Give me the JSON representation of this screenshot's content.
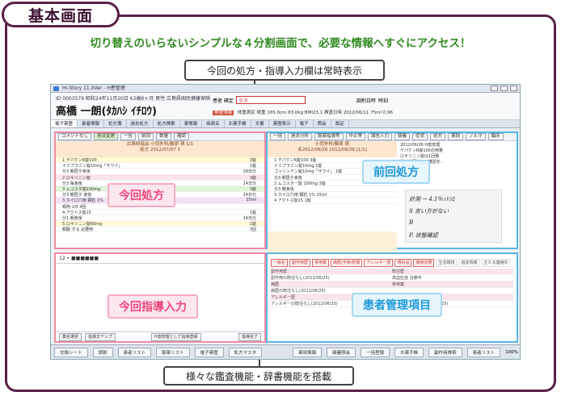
{
  "header": {
    "title": "基本画面",
    "tagline": "切り替えのいらないシンプルな４分割画面で、必要な情報へすぐにアクセス！"
  },
  "callouts": {
    "top": "今回の処方・指導入力欄は常時表示",
    "bottom": "様々な鑑査機能・辞書機能を搭載"
  },
  "screen": {
    "app_title": "Hi-Story 11.0Ver - H患管理",
    "patient_id": "ID 0003579 昭和24年11月20日 63歳8ヶ月 男性 広島県国民健康保険",
    "patient_name": "高橋 一朗(ﾀｶﾊｼ ｲﾁﾛｳ)",
    "header_fields": [
      "患者 確定",
      "タカ",
      "調剤日時",
      "時刻"
    ],
    "patient_info_tag": "検査情報",
    "patient_info": "体重測定 体重 165.0cm 63.0kg BMI23.1 検査日時 2012/06/11 75ml 0.96",
    "tabs": [
      "電子薬歴",
      "患者情報",
      "処方箋",
      "過去処方",
      "処方検索",
      "薬情報",
      "疾病名",
      "お薬手帳",
      "文書",
      "薬歴表示",
      "電子",
      "照会",
      "設定"
    ],
    "panes": {
      "current_rx": {
        "label": "今回処方",
        "toolbar": [
          "コメントなし",
          "用法変更",
          "一包",
          "前回",
          "数量",
          "確認"
        ],
        "head_lines": [
          "広島県協会    小児外科/藤原 嶺   1/1",
          "処方 2012/07/07 3"
        ],
        "rows": [
          {
            "text": "1 デパケンR錠100",
            "qty": "3錠",
            "style": "yellow"
          },
          {
            "text": "  イミプラミン錠10mg「サワイ」",
            "qty": "1錠",
            "style": ""
          },
          {
            "text": "  分3 朝昼夕食後",
            "qty": "28日分",
            "style": ""
          },
          {
            "text": "2 ロキソニン錠",
            "qty": "3錠",
            "style": "pink"
          },
          {
            "text": "  分3 毎食後",
            "qty": "14日分",
            "style": ""
          },
          {
            "text": "3 ムコスタ錠100mg",
            "qty": "3錠",
            "style": "green"
          },
          {
            "text": "  分3 朝昼夕 食後",
            "qty": "14日分",
            "style": ""
          },
          {
            "text": "3 カイロ穴用 顆粒 1%",
            "qty": "15ml",
            "style": "purple"
          },
          {
            "text": "  頓用 1日 4回",
            "qty": "",
            "style": ""
          },
          {
            "text": "4 アクトス錠15",
            "qty": "1錠",
            "style": ""
          },
          {
            "text": "  分1 朝食後",
            "qty": "14日分",
            "style": ""
          },
          {
            "text": "5 ロキソニン錠60mg",
            "qty": "1錠",
            "style": "yellow"
          },
          {
            "text": "  頓服 する 必要時",
            "qty": "3回",
            "style": ""
          }
        ]
      },
      "previous_rx": {
        "label": "前回処方",
        "tabs": [
          "一括",
          "過去分析",
          "服薬指導等",
          "中止等",
          "報告入力",
          "疑義",
          "症状",
          "処方",
          "薬剤",
          "ノルマ",
          "臨床"
        ],
        "head_lines": [
          "小児外科/藤原 嶺",
          "名2012/06/26 2012/06/26 [1/1]"
        ],
        "rows": [
          "1 デパケンR錠100   3錠",
          "  イミプラミン錠10mg   1錠",
          "  ゴッソンテン錠10mg「サワイ」   1錠",
          "  分3 朝昼夕食後",
          "2 ムコスター錠 100mg   3錠",
          "  分3 朝食後",
          "3 カイロ穴用 顆粒 1%   15ml",
          "4 アクトス錠15   1錠"
        ],
        "notes": [
          "2012/06/26 H患管理",
          "デパケンR錠100の用量",
          "ロキソニン錠は1回量",
          "処方変更有無の確認を..."
        ],
        "handwriting": [
          "計測 → 4.1%ｯﾄｼﾛ",
          "S 言い方がない",
          "B",
          "P. 状態確認"
        ]
      },
      "current_guidance": {
        "label": "今回指導入力",
        "top": "12 • ■■■■■■",
        "buttons": [
          "薬名選択",
          "指導文テンプ",
          "H患管理として指導登録"
        ],
        "right_button": "指導完了"
      },
      "patient_management": {
        "label": "患者管理項目",
        "tags": [
          "一般名",
          "副作用歴",
          "併用薬",
          "病歴/手術/妊娠",
          "アレルギー歴",
          "嗜好品",
          "服用状態",
          "生活環境",
          "過去情報",
          "主たる連絡先"
        ],
        "rows": [
          [
            "副作用歴",
            "既往歴"
          ],
          [
            "副作用の既往なし(2012/06/25)",
            "高血圧症 治療中"
          ],
          [
            "病歴",
            "併用薬"
          ],
          [
            "病歴の既往なし(2012/06/25)",
            ""
          ],
          [
            "アレルギー歴",
            "生活環境"
          ],
          [
            "アレルギーの既往なし(2012/06/25)",
            "OTC の服用なし(2012/06/25)"
          ]
        ]
      }
    },
    "footer_buttons": [
      "交換シート",
      "調剤",
      "患者リスト",
      "服薬リスト",
      "電子薬歴",
      "処方マスタ",
      "薬局情報",
      "疑義照会",
      "一括登録",
      "お薬手帳",
      "副作用検索",
      "患者リスト"
    ],
    "zoom": "100%"
  }
}
